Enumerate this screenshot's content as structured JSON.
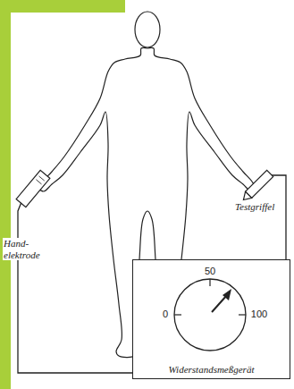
{
  "diagram": {
    "nodes": [
      {
        "text": [
          "Widerstandsmeßgerät"
        ]
      }
    ],
    "labels": [
      "50",
      "0",
      "100",
      "Hand- elektrode",
      "Testgriffel"
    ]
  }
}
